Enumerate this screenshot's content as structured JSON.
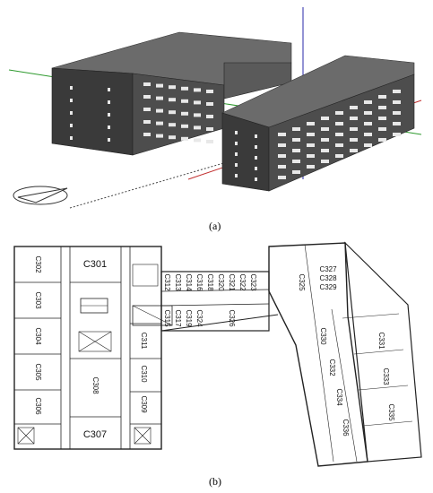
{
  "figure": {
    "label_a": "(a)",
    "label_b": "(b)"
  },
  "floor_plan": {
    "rooms": [
      {
        "id": "C301"
      },
      {
        "id": "C302"
      },
      {
        "id": "C303"
      },
      {
        "id": "C304"
      },
      {
        "id": "C305"
      },
      {
        "id": "C306"
      },
      {
        "id": "C307"
      },
      {
        "id": "C308"
      },
      {
        "id": "C309"
      },
      {
        "id": "C310"
      },
      {
        "id": "C311"
      },
      {
        "id": "C312"
      },
      {
        "id": "C313"
      },
      {
        "id": "C314"
      },
      {
        "id": "C315"
      },
      {
        "id": "C316"
      },
      {
        "id": "C317"
      },
      {
        "id": "C318"
      },
      {
        "id": "C319"
      },
      {
        "id": "C320"
      },
      {
        "id": "C321"
      },
      {
        "id": "C322"
      },
      {
        "id": "C323"
      },
      {
        "id": "C324"
      },
      {
        "id": "C325"
      },
      {
        "id": "C326"
      },
      {
        "id": "C327"
      },
      {
        "id": "C328"
      },
      {
        "id": "C329"
      },
      {
        "id": "C330"
      },
      {
        "id": "C331"
      },
      {
        "id": "C332"
      },
      {
        "id": "C333"
      },
      {
        "id": "C334"
      },
      {
        "id": "C335"
      },
      {
        "id": "C336"
      }
    ]
  },
  "colors": {
    "roof": "#6b6b6b",
    "wall_dark": "#3a3a3a",
    "wall_mid": "#4d4d4d",
    "window": "#e8e8e8",
    "axis_green": "#2e9a2e",
    "axis_red": "#c23030",
    "axis_blue": "#2a2aa8"
  }
}
